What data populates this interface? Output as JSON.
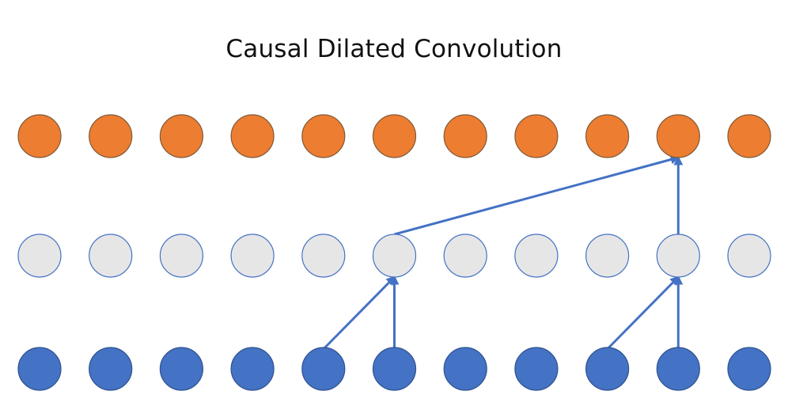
{
  "title": "Causal Dilated Convolution",
  "colors": {
    "output_fill": "#ED7D31",
    "output_stroke": "#7F5A38",
    "hidden_fill": "#E7E6E6",
    "hidden_stroke": "#4472C4",
    "input_fill": "#4472C4",
    "input_stroke": "#2F528F",
    "arrow": "#4472C4"
  },
  "layers": [
    {
      "name": "output",
      "nodes": 11
    },
    {
      "name": "hidden",
      "nodes": 11
    },
    {
      "name": "input",
      "nodes": 11
    }
  ],
  "connections": [
    {
      "from_layer": "input",
      "from": 4,
      "to_layer": "hidden",
      "to": 5
    },
    {
      "from_layer": "input",
      "from": 5,
      "to_layer": "hidden",
      "to": 5
    },
    {
      "from_layer": "input",
      "from": 8,
      "to_layer": "hidden",
      "to": 9
    },
    {
      "from_layer": "input",
      "from": 9,
      "to_layer": "hidden",
      "to": 9
    },
    {
      "from_layer": "hidden",
      "from": 5,
      "to_layer": "output",
      "to": 9
    },
    {
      "from_layer": "hidden",
      "from": 9,
      "to_layer": "output",
      "to": 9
    }
  ]
}
